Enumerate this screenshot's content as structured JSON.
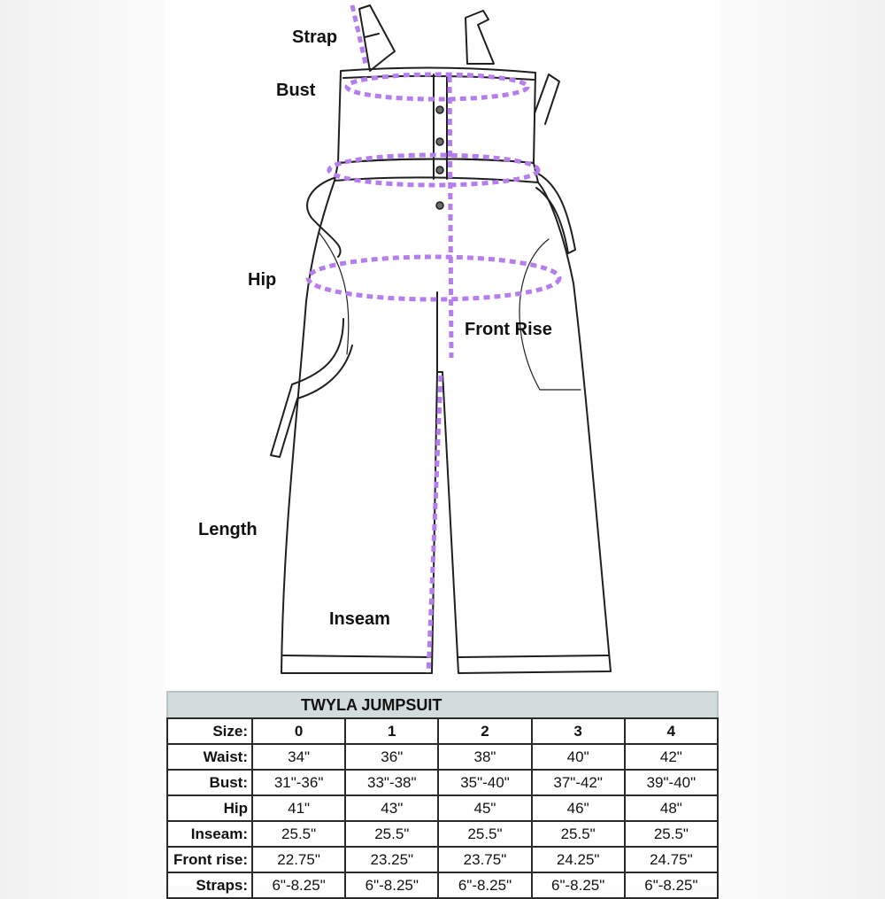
{
  "labels": {
    "strap": "Strap",
    "bust": "Bust",
    "hip": "Hip",
    "front_rise": "Front Rise",
    "length": "Length",
    "inseam": "Inseam"
  },
  "table": {
    "title": "TWYLA JUMPSUIT",
    "header_label": "Size:",
    "sizes": [
      "0",
      "1",
      "2",
      "3",
      "4"
    ],
    "rows": [
      {
        "label": "Waist:",
        "values": [
          "34\"",
          "36\"",
          "38\"",
          "40\"",
          "42\""
        ]
      },
      {
        "label": "Bust:",
        "values": [
          "31\"-36\"",
          "33\"-38\"",
          "35\"-40\"",
          "37\"-42\"",
          "39\"-40\""
        ]
      },
      {
        "label": "Hip",
        "values": [
          "41\"",
          "43\"",
          "45\"",
          "46\"",
          "48\""
        ]
      },
      {
        "label": "Inseam:",
        "values": [
          "25.5\"",
          "25.5\"",
          "25.5\"",
          "25.5\"",
          "25.5\""
        ]
      },
      {
        "label": "Front rise:",
        "values": [
          "22.75\"",
          "23.25\"",
          "23.75\"",
          "24.25\"",
          "24.75\""
        ]
      },
      {
        "label": "Straps:",
        "values": [
          "6\"-8.25\"",
          "6\"-8.25\"",
          "6\"-8.25\"",
          "6\"-8.25\"",
          "6\"-8.25\""
        ]
      }
    ]
  },
  "colors": {
    "measure_line": "#b57ded",
    "outline": "#1f1f1f",
    "table_title_bg": "#d3dcdc"
  }
}
